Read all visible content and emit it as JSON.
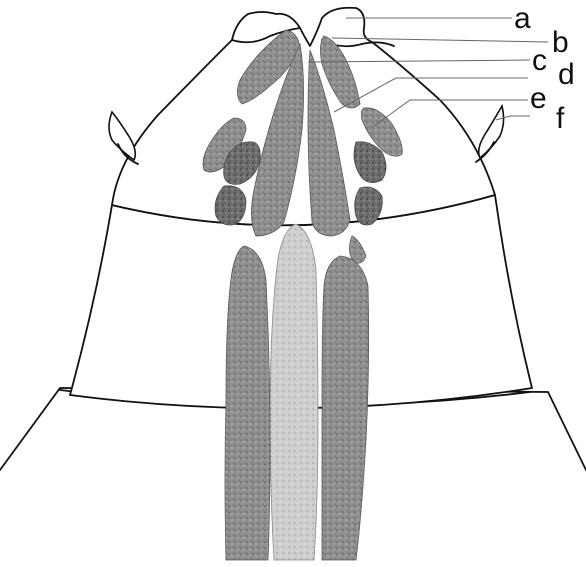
{
  "figure": {
    "labels": [
      {
        "key": "a",
        "text": "a"
      },
      {
        "key": "b",
        "text": "b"
      },
      {
        "key": "c",
        "text": "c"
      },
      {
        "key": "d",
        "text": "d"
      },
      {
        "key": "e",
        "text": "e"
      },
      {
        "key": "f",
        "text": "f"
      }
    ],
    "colors": {
      "outline": "#111111",
      "stipple_dark": "#5e5e5e",
      "stipple_mid": "#8c8c8c",
      "stipple_light": "#c4c4c4",
      "background": "#ffffff"
    }
  }
}
